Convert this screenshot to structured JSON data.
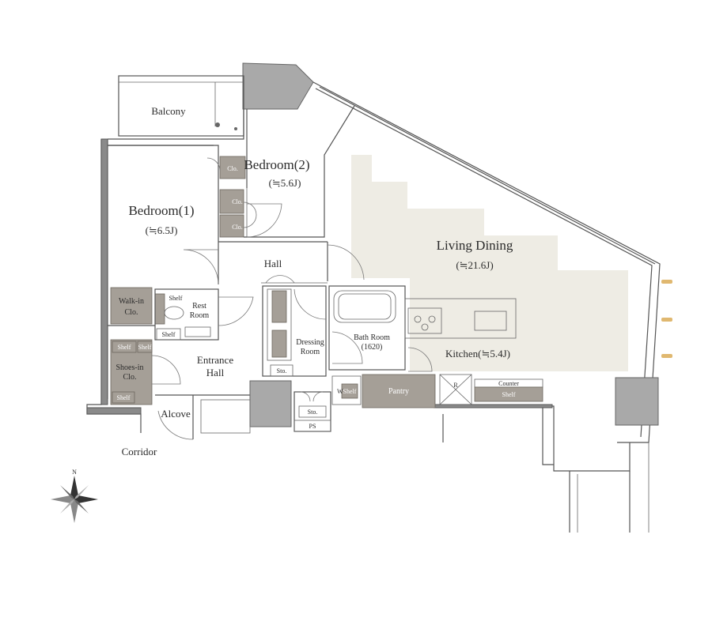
{
  "rooms": {
    "balcony": "Balcony",
    "bedroom1": "Bedroom(1)",
    "bedroom1_size": "(≒6.5J)",
    "bedroom2": "Bedroom(2)",
    "bedroom2_size": "(≒5.6J)",
    "living_dining": "Living Dining",
    "living_dining_size": "(≒21.6J)",
    "hall": "Hall",
    "walkin_closet_1": "Walk-in",
    "walkin_closet_2": "Clo.",
    "rest_room_1": "Rest",
    "rest_room_2": "Room",
    "dressing_room_1": "Dressing",
    "dressing_room_2": "Room",
    "bath_room": "Bath Room",
    "bath_room_size": "(1620)",
    "kitchen": "Kitchen(≒5.4J)",
    "entrance_hall_1": "Entrance",
    "entrance_hall_2": "Hall",
    "shoes_in_closet_1": "Shoes-in",
    "shoes_in_closet_2": "Clo.",
    "pantry": "Pantry",
    "alcove": "Alcove",
    "corridor": "Corridor"
  },
  "small_labels": {
    "clo": "Clo.",
    "shelf": "Shelf",
    "sto": "Sto.",
    "ps": "PS",
    "w": "W",
    "r": "R",
    "counter": "Counter"
  },
  "compass": {
    "north": "N"
  },
  "colors": {
    "living_highlight": "#eeece4",
    "storage": "#a59f97",
    "pillar": "#a9a9a9",
    "wall": "#555555",
    "light_fixture": "#e0b870"
  }
}
